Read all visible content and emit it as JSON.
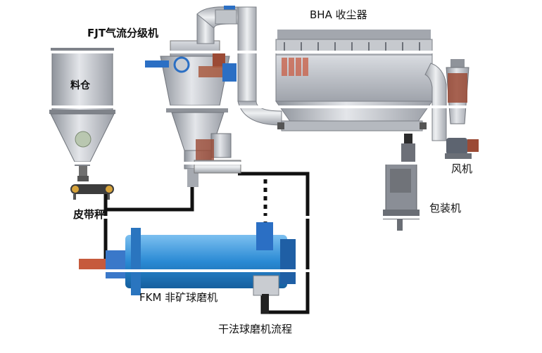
{
  "labels": {
    "classifier": "FJT气流分级机",
    "collector": "BHA 收尘器",
    "silo": "料仓",
    "belt_scale": "皮带秤",
    "fan": "风机",
    "packer": "包装机",
    "ball_mill": "FKM 非矿球磨机",
    "caption": "干法球磨机流程"
  },
  "colors": {
    "steel": "#b8bcc3",
    "steel_dark": "#8d9199",
    "mill_blue": "#2d8fd6",
    "rust": "#9b4a35",
    "pipe_black": "#111111",
    "valve_blue": "#2b6fc4",
    "brick": "#c96a55"
  }
}
